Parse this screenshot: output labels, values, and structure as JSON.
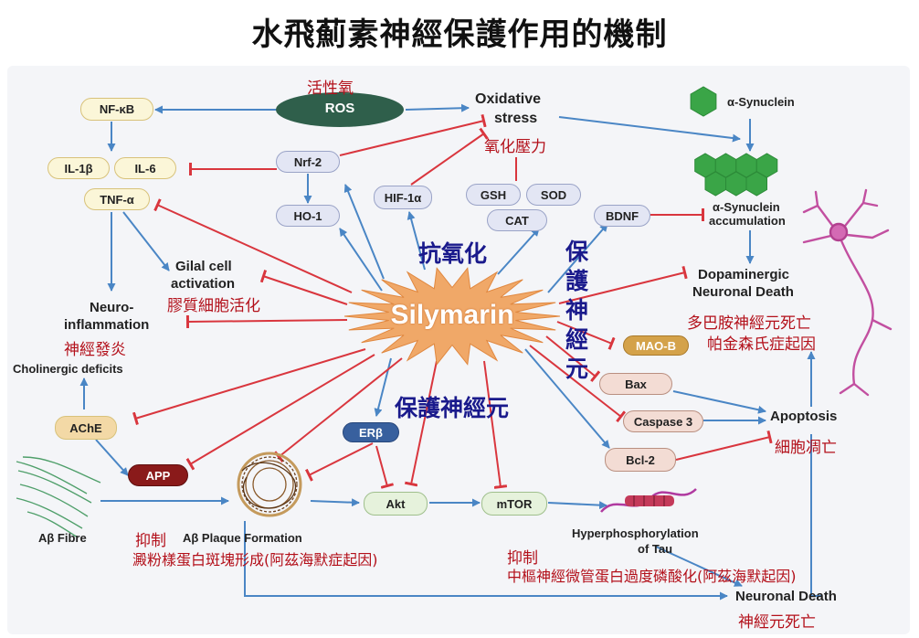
{
  "title": "水飛薊素神經保護作用的機制",
  "center": "Silymarin",
  "nodes": {
    "ros": "ROS",
    "nfkb": "NF-κB",
    "il1b": "IL-1β",
    "il6": "IL-6",
    "tnfa": "TNF-α",
    "nrf2": "Nrf-2",
    "ho1": "HO-1",
    "hif1a": "HIF-1α",
    "gsh": "GSH",
    "sod": "SOD",
    "cat": "CAT",
    "bdnf": "BDNF",
    "maob": "MAO-B",
    "bax": "Bax",
    "casp3": "Caspase 3",
    "bcl2": "Bcl-2",
    "erb": "ERβ",
    "ache": "AChE",
    "app": "APP",
    "akt": "Akt",
    "mtor": "mTOR"
  },
  "labels_en": {
    "oxidative1": "Oxidative",
    "oxidative2": "stress",
    "asyn": "α-Synuclein",
    "asyn_acc1": "α-Synuclein",
    "asyn_acc2": "accumulation",
    "glial1": "Gilal cell",
    "glial2": "activation",
    "neuroinf1": "Neuro-",
    "neuroinf2": "inflammation",
    "cholinergic": "Cholinergic deficits",
    "dopa1": "Dopaminergic",
    "dopa2": "Neuronal Death",
    "apoptosis": "Apoptosis",
    "abfibre": "Aβ Fibre",
    "abplaque": "Aβ Plaque Formation",
    "hyper1": "Hyperphosphorylation",
    "hyper2": "of Tau",
    "neuronal_death": "Neuronal Death"
  },
  "labels_zh": {
    "ros_zh": "活性氧",
    "oxidative_zh": "氧化壓力",
    "glial_zh": "膠質細胞活化",
    "neuroinf_zh": "神經發炎",
    "dopa_zh1": "多巴胺神經元死亡",
    "dopa_zh2": "帕金森氏症起因",
    "apoptosis_zh": "細胞凋亡",
    "inhibit1": "抑制",
    "plaque_zh": "澱粉樣蛋白斑塊形成(阿茲海默症起因)",
    "inhibit2": "抑制",
    "tau_zh": "中樞神經微管蛋白過度磷酸化(阿茲海默起因)",
    "death_zh": "神經元死亡"
  },
  "labels_blue": {
    "antioxidant": "抗氧化",
    "neuroprotect": "保護神經元",
    "vertical": [
      "保",
      "護",
      "神",
      "經",
      "元"
    ]
  },
  "colors": {
    "activation": "#4a86c5",
    "inhibition": "#d9363e",
    "center": "#f0a868",
    "ros": "#2f5f4b",
    "app": "#8a1a1a",
    "synuclein": "#3aa547"
  }
}
